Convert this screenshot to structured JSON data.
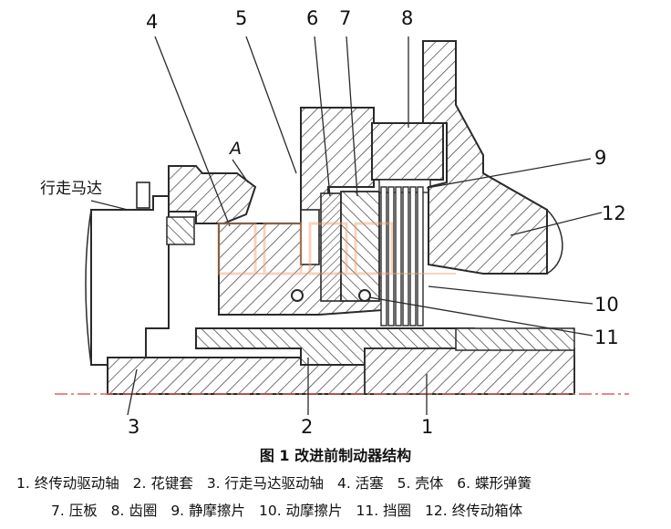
{
  "callouts": {
    "n1": "1",
    "n2": "2",
    "n3": "3",
    "n4": "4",
    "n5": "5",
    "n6": "6",
    "n7": "7",
    "n8": "8",
    "n9": "9",
    "n10": "10",
    "n11": "11",
    "n12": "12"
  },
  "side_label": "行走马达",
  "view_mark": "A",
  "caption": "图 1  改进前制动器结构",
  "legend_line1": [
    "1. 终传动驱动轴",
    "2. 花键套",
    "3. 行走马达驱动轴",
    "4. 活塞",
    "5. 壳体",
    "6. 蝶形弹簧"
  ],
  "legend_line2": [
    "7. 压板",
    "8. 齿圈",
    "9. 静摩擦片",
    "10. 动摩擦片",
    "11. 挡圈",
    "12. 终传动箱体"
  ],
  "colors": {
    "line": "#2a2a2a",
    "hatch": "#3a3a3a",
    "axis": "#e06060",
    "watermark": "#f0a070"
  }
}
